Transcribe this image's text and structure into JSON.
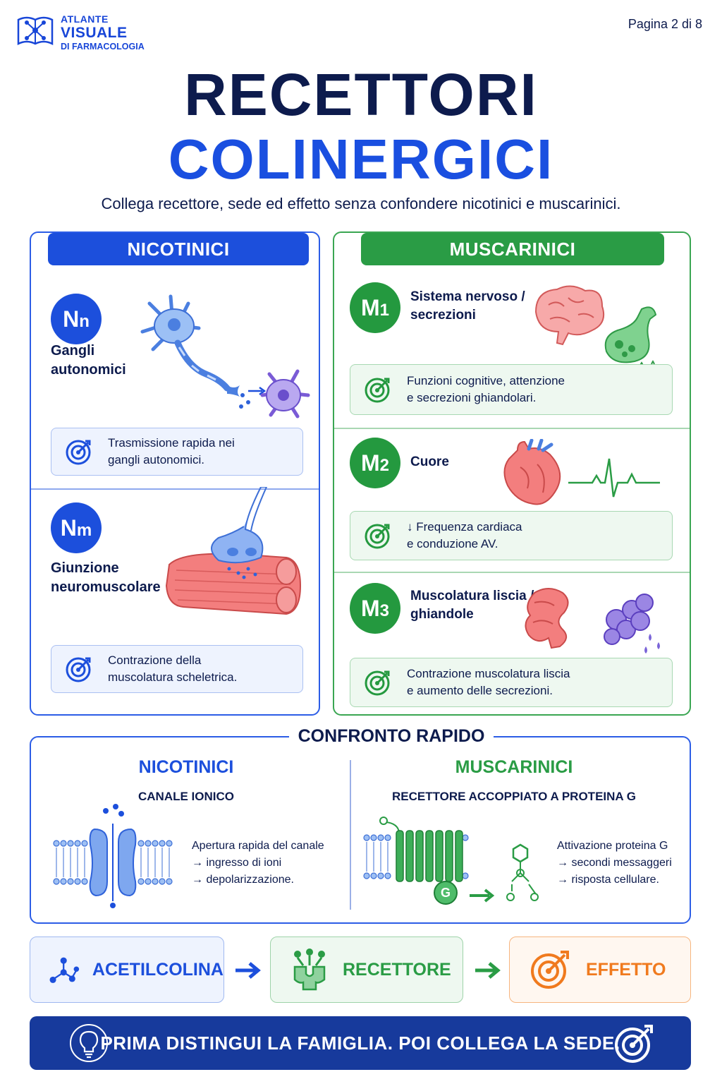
{
  "header": {
    "logo_line1": "ATLANTE",
    "logo_line2": "VISUALE",
    "logo_line3": "DI FARMACOLOGIA",
    "page": "Pagina 2 di 8"
  },
  "title": {
    "line1": "RECETTORI",
    "line2": "COLINERGICI",
    "subtitle": "Collega recettore, sede ed effetto senza confondere nicotinici e muscarinici."
  },
  "nicotinici": {
    "heading": "NICOTINICI",
    "receptors": [
      {
        "badge_main": "N",
        "badge_sub": "n",
        "site": "Gangli\nautonomici",
        "effect": "Trasmissione rapida nei\ngangli autonomici."
      },
      {
        "badge_main": "N",
        "badge_sub": "m",
        "site": "Giunzione\nneuromuscolare",
        "effect": "Contrazione della\nmuscolatura scheletrica."
      }
    ]
  },
  "muscarinici": {
    "heading": "MUSCARINICI",
    "receptors": [
      {
        "badge_main": "M",
        "badge_sub": "1",
        "site": "Sistema nervoso /\nsecrezioni",
        "effect": "Funzioni cognitive, attenzione\ne secrezioni ghiandolari."
      },
      {
        "badge_main": "M",
        "badge_sub": "2",
        "site": "Cuore",
        "effect": "↓ Frequenza cardiaca\ne conduzione AV."
      },
      {
        "badge_main": "M",
        "badge_sub": "3",
        "site": "Muscolatura liscia /\nghiandole",
        "effect": "Contrazione muscolatura liscia\ne aumento delle secrezioni."
      }
    ]
  },
  "confronto": {
    "title": "CONFRONTO RAPIDO",
    "nic_heading": "NICOTINICI",
    "nic_type": "CANALE IONICO",
    "nic_text": "Apertura rapida del canale\n→ ingresso di ioni\n→ depolarizzazione.",
    "mus_heading": "MUSCARINICI",
    "mus_type": "RECETTORE ACCOPPIATO A PROTEINA G",
    "mus_text": "Attivazione proteina G\n→ secondi messaggeri\n→ risposta cellulare.",
    "g_label": "G"
  },
  "flow": {
    "step1": "ACETILCOLINA",
    "step2": "RECETTORE",
    "step3": "EFFETTO"
  },
  "banner": {
    "text": "PRIMA DISTINGUI LA FAMIGLIA. POI COLLEGA LA SEDE."
  },
  "colors": {
    "navy": "#0d1b4d",
    "blue": "#1c4fdc",
    "green": "#2a9c45",
    "orange": "#f07a1e",
    "banner": "#173a9c"
  }
}
